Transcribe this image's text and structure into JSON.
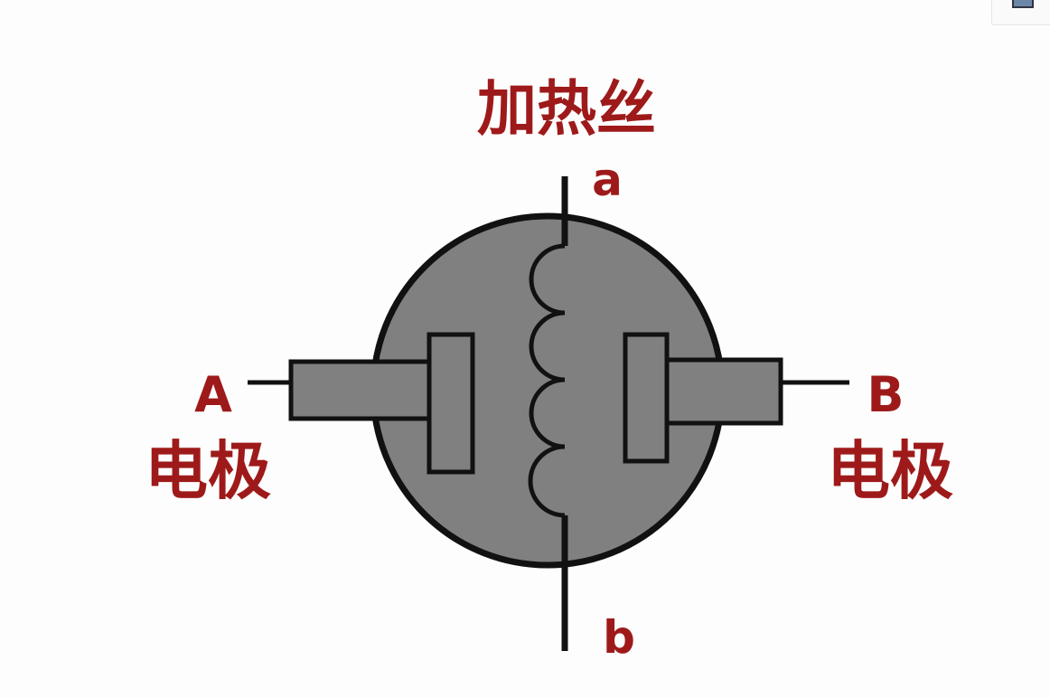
{
  "title": "加热丝",
  "terminals": {
    "a": "a",
    "b": "b",
    "A": "A",
    "B": "B"
  },
  "electrode_left": "电极",
  "electrode_right": "电极",
  "colors": {
    "label": "#9e1a1a",
    "body": "#808080",
    "stroke": "#111111"
  },
  "corner_icon": "image-icon"
}
